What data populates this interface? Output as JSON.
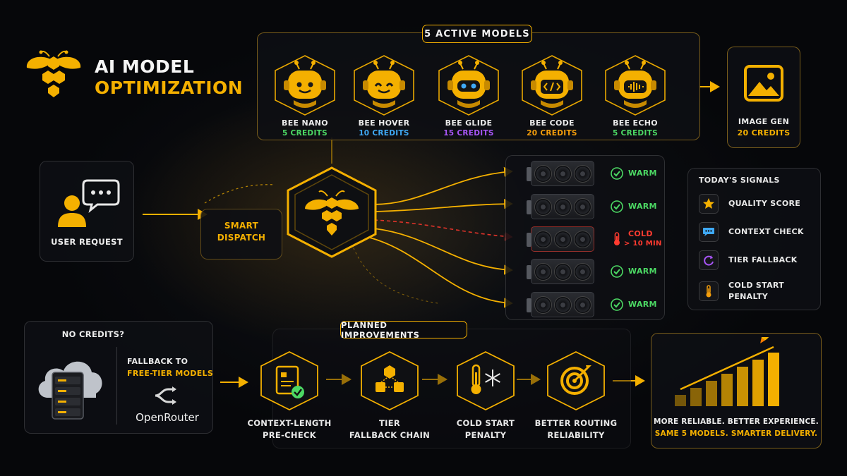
{
  "header": {
    "title_line1": "AI MODEL",
    "title_line2": "OPTIMIZATION"
  },
  "models_panel": {
    "title": "5 ACTIVE MODELS",
    "models": [
      {
        "name": "BEE NANO",
        "credits": "5 CREDITS",
        "color": "#4cd964",
        "face": "smile"
      },
      {
        "name": "BEE HOVER",
        "credits": "10 CREDITS",
        "color": "#3fa9f5",
        "face": "happy"
      },
      {
        "name": "BEE GLIDE",
        "credits": "15 CREDITS",
        "color": "#a855f7",
        "face": "visor"
      },
      {
        "name": "BEE CODE",
        "credits": "20 CREDITS",
        "color": "#f59e0b",
        "face": "code"
      },
      {
        "name": "BEE ECHO",
        "credits": "5 CREDITS",
        "color": "#4cd964",
        "face": "wave"
      }
    ]
  },
  "image_gen": {
    "name": "IMAGE GEN",
    "credits": "20 CREDITS",
    "color": "#f4b000"
  },
  "user_request": {
    "label": "USER REQUEST"
  },
  "dispatch": {
    "line1": "SMART",
    "line2": "DISPATCH"
  },
  "gpus": [
    {
      "state": "warm",
      "label": "WARM",
      "color": "#4cd964"
    },
    {
      "state": "warm",
      "label": "WARM",
      "color": "#4cd964"
    },
    {
      "state": "cold",
      "label": "COLD",
      "sublabel": "> 10 MIN",
      "color": "#ff3b30"
    },
    {
      "state": "warm",
      "label": "WARM",
      "color": "#4cd964"
    },
    {
      "state": "warm",
      "label": "WARM",
      "color": "#4cd964"
    }
  ],
  "signals": {
    "title": "TODAY'S SIGNALS",
    "items": [
      {
        "icon": "star-icon",
        "label1": "QUALITY SCORE",
        "label2": "",
        "color": "#f4b000"
      },
      {
        "icon": "chat-icon",
        "label1": "CONTEXT CHECK",
        "label2": "",
        "color": "#3fa9f5"
      },
      {
        "icon": "cycle-icon",
        "label1": "TIER FALLBACK",
        "label2": "",
        "color": "#a855f7"
      },
      {
        "icon": "thermometer-icon",
        "label1": "COLD START",
        "label2": "PENALTY",
        "color": "#f59e0b"
      }
    ]
  },
  "no_credits": {
    "title": "NO CREDITS?",
    "line1": "FALLBACK TO",
    "line2": "FREE-TIER MODELS",
    "brand": "OpenRouter"
  },
  "improvements": {
    "title": "PLANNED IMPROVEMENTS",
    "steps": [
      {
        "icon": "document-check-icon",
        "line1": "CONTEXT-LENGTH",
        "line2": "PRE-CHECK"
      },
      {
        "icon": "fallback-chain-icon",
        "line1": "TIER",
        "line2": "FALLBACK CHAIN"
      },
      {
        "icon": "thermometer-snow-icon",
        "line1": "COLD START",
        "line2": "PENALTY"
      },
      {
        "icon": "target-icon",
        "line1": "BETTER ROUTING",
        "line2": "RELIABILITY"
      }
    ]
  },
  "outcome": {
    "line1": "MORE RELIABLE. BETTER EXPERIENCE.",
    "line2": "SAME 5 MODELS. SMARTER DELIVERY.",
    "bars": [
      1,
      2,
      3,
      4,
      5,
      6,
      7
    ],
    "accent": "#f4b000"
  }
}
